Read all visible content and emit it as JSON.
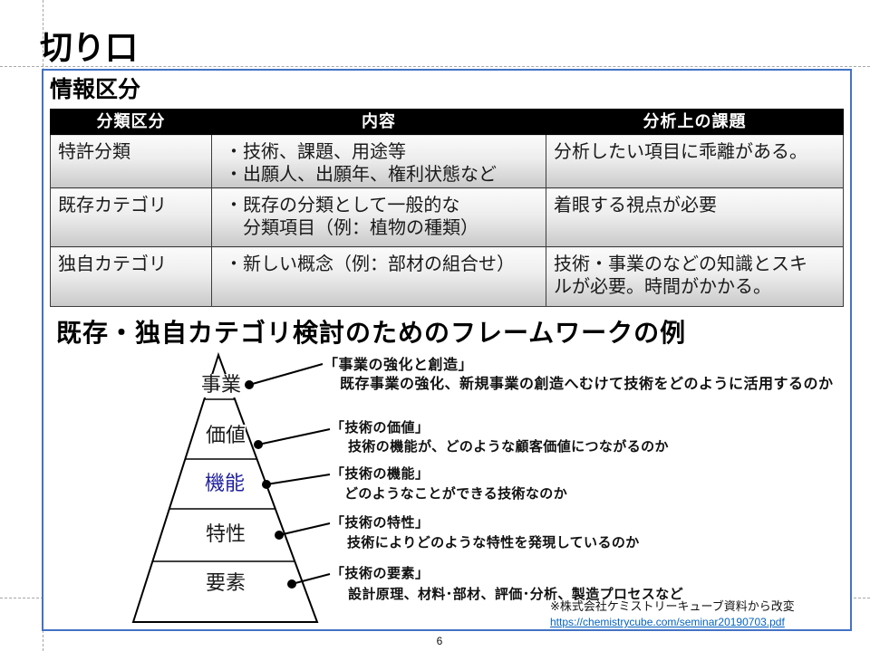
{
  "slide": {
    "title": "切り口",
    "page_number": "6"
  },
  "info": {
    "heading": "情報区分",
    "table": {
      "headers": [
        "分類区分",
        "内容",
        "分析上の課題"
      ],
      "rows": [
        {
          "category": "特許分類",
          "content": [
            "・技術、課題、用途等",
            "・出願人、出願年、権利状態など"
          ],
          "issue": [
            "分析したい項目に乖離がある。"
          ]
        },
        {
          "category": "既存カテゴリ",
          "content": [
            "・既存の分類として一般的な",
            "分類項目（例：植物の種類）"
          ],
          "issue": [
            "着眼する視点が必要"
          ]
        },
        {
          "category": "独自カテゴリ",
          "content": [
            "・新しい概念（例：部材の組合せ）"
          ],
          "issue": [
            "技術・事業のなどの知識とスキ",
            "ルが必要。時間がかかる。"
          ]
        }
      ]
    }
  },
  "framework": {
    "heading": "既存・独自カテゴリ検討のためのフレームワークの例",
    "levels": [
      {
        "label": "事業",
        "title": "「事業の強化と創造」",
        "description": "既存事業の強化、新規事業の創造へむけて技術をどのように活用するのか"
      },
      {
        "label": "価値",
        "title": "「技術の価値」",
        "description": "技術の機能が、どのような顧客価値につながるのか"
      },
      {
        "label": "機能",
        "title": "「技術の機能」",
        "description": "どのようなことができる技術なのか"
      },
      {
        "label": "特性",
        "title": "「技術の特性」",
        "description": "技術によりどのような特性を発現しているのか"
      },
      {
        "label": "要素",
        "title": "「技術の要素」",
        "description": "設計原理、材料･部材、評価･分析、製造プロセスなど"
      }
    ]
  },
  "footer": {
    "source_note": "※株式会社ケミストリーキューブ資料から改変",
    "source_link": "https://chemistrycube.com/seminar20190703.pdf"
  },
  "colors": {
    "frame_border": "#4472c4",
    "table_header_bg": "#000000",
    "table_header_text": "#ffffff",
    "highlight_label": "#1f1f9e",
    "link": "#0563c1",
    "guide": "#a6a6a6"
  }
}
